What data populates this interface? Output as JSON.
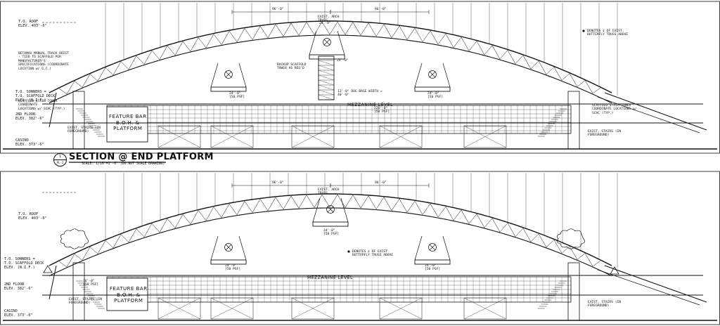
{
  "drawing": {
    "section_title": "SECTION @ END PLATFORM",
    "section_subtitle": "SCALE: 1/16\"=1'-0\"      (DO NOT SCALE DRAWING)",
    "detail_number": "1",
    "sheet_number": "PL-2"
  },
  "top_section": {
    "roof_label": "T.O. ROOF\nELEV. 403'-6\"",
    "sonar_label": "T.O. SONNERS =\nT.O. SCAFFOLD DECK\nELEV. (N.I.F.)",
    "floor_label": "2ND FLOOR\nELEV. 382'-6\"",
    "casino_label": "CASINO\nELEV. 373'-6\"",
    "hoist_note": "BETAMAX MANUAL TRACK HOIST\n- TIED TO SCAFFOLD PER\nMANUFACTURER'S\nSPECIFICATIONS (COORDINATE\nLOCATION w/ G.C.)",
    "stair_tower_left": "SCAFFOLD STAIR TOWER -\nCOORDINATE\nLOCATIONS w/ SCHC (TYP.)",
    "stair_tower_right": "SCAFFOLD STAIR TOWER -\nCOORDINATE LOCATIONS w/\nSCHC (TYP.)",
    "arch_truss": "EXIST. ARCH\nTRUSS",
    "backup_scaffold": "BACKUP SCAFFOLD\nTOWER AS REQ'D",
    "butterfly_note": "DENOTES ¢ OF EXIST.\nBUTTERFLY TRUSS ABOVE",
    "mezzanine": "MEZZANINE LEVEL",
    "feature_bar": "FEATURE BAR\nB.O.H. &\nPLATFORM",
    "exist_stairs_left": "EXIST. STAIRS (IN\nFOREGROUND)",
    "exist_stairs_right": "EXIST. STAIRS (IN\nFOREGROUND)",
    "dims": {
      "d1": "96'-0\"",
      "d2": "96'-0\"",
      "d3": "24'-0\"",
      "d4": "24'-0\"",
      "d5": "24'-0\"\n[50 PSF]",
      "d6": "24'-0\"\n[50 PSF]",
      "d7": "12'-0\" DOG BASE WIDTH =\n40'-0\"",
      "d8": "226'-0\"\n[50 PSF]"
    }
  },
  "bottom_section": {
    "roof_label": "T.O. ROOF\nELEV. 403'-6\"",
    "sonar_label": "T.O. SONNERS =\nT.O. SCAFFOLD DECK\nELEV. (N.I.F.)",
    "floor_label": "2ND FLOOR\nELEV. 382'-6\"",
    "casino_label": "CASINO\nELEV. 373'-6\"",
    "arch_truss": "EXIST. ARCH\nTRUSS",
    "butterfly_note": "DENOTES ¢ OF EXIST.\nBUTTERFLY TRUSS ABOVE",
    "mezzanine": "MEZZANINE LEVEL",
    "feature_bar": "FEATURE BAR\nB.O.H. &\nPLATFORM",
    "exist_stairs_left": "EXIST. STAIRS (IN\nFOREGROUND)",
    "exist_stairs_right": "EXIST. STAIRS (IN\nFOREGROUND)",
    "dims": {
      "d1": "96'-0\"",
      "d2": "96'-0\"",
      "d3": "24'-0\"\n[50 PSF]",
      "d4": "24'-0\"\n[50 PSF]",
      "d5": "24'-0\"\n[50 PSF]",
      "d6": "16'-0\"\n[50 PSF]"
    }
  }
}
